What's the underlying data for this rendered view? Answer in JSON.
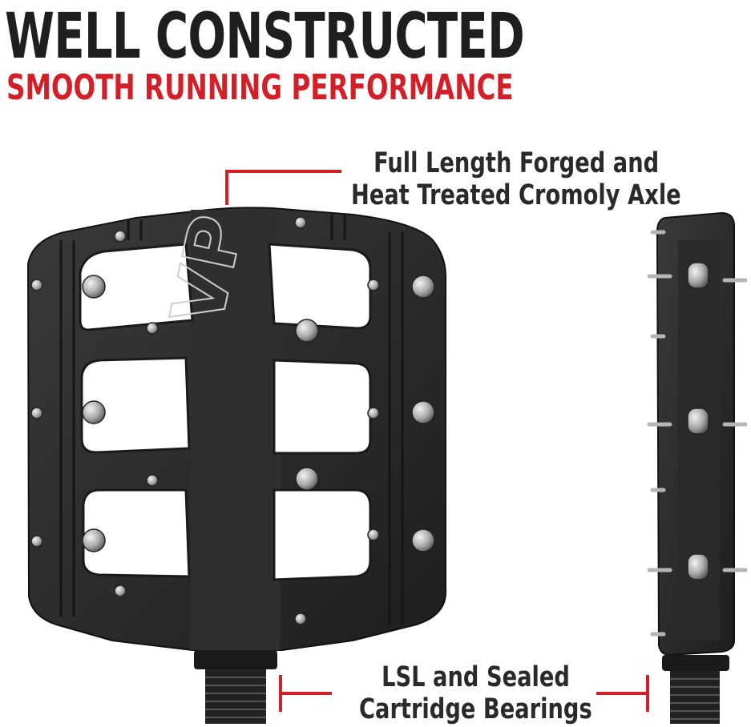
{
  "header": {
    "title": "WELL CONSTRUCTED",
    "subtitle": "SMOOTH RUNNING PERFORMANCE"
  },
  "callouts": {
    "axle": {
      "line1": "Full Length Forged and",
      "line2": "Heat  Treated Cromoly Axle"
    },
    "bearings": {
      "line1": "LSL and Sealed",
      "line2": "Cartridge Bearings"
    }
  },
  "logo_text": "VP",
  "colors": {
    "accent": "#d31f28",
    "title": "#1f1f1f",
    "pedal_body": "#2b2b2b",
    "pin": "#b9b9b9"
  }
}
